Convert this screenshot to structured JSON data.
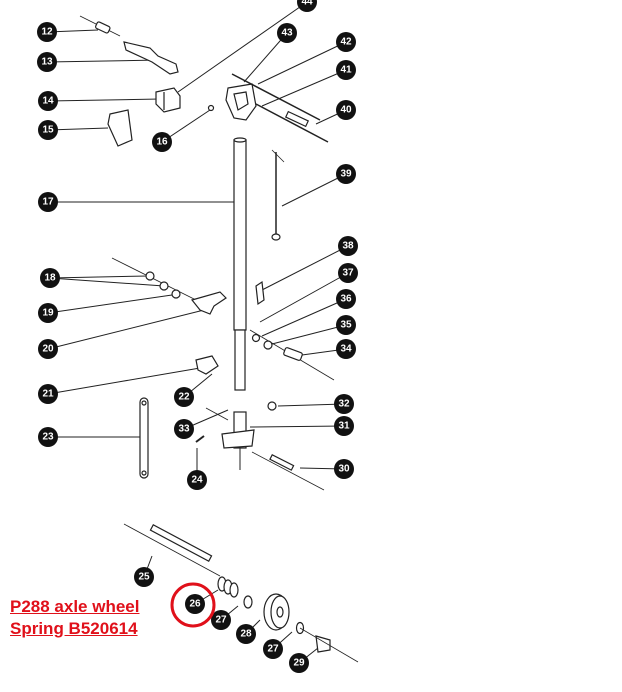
{
  "annotation": {
    "line1": "P288 axle wheel",
    "line2": "Spring B520614",
    "color": "#e0101a"
  },
  "callouts": {
    "c44": "44",
    "c43": "43",
    "c42": "42",
    "c41": "41",
    "c40": "40",
    "c39": "39",
    "c38": "38",
    "c37": "37",
    "c36": "36",
    "c35": "35",
    "c34": "34",
    "c32": "32",
    "c31": "31",
    "c30": "30",
    "c12": "12",
    "c13": "13",
    "c14": "14",
    "c15": "15",
    "c16": "16",
    "c17": "17",
    "c18": "18",
    "c19": "19",
    "c20": "20",
    "c21": "21",
    "c22": "22",
    "c23": "23",
    "c33": "33",
    "c24": "24",
    "c25": "25",
    "c26": "26",
    "c27a": "27",
    "c28": "28",
    "c27b": "27",
    "c29": "29"
  },
  "highlight": {
    "part": "26",
    "color": "#e0101a"
  }
}
